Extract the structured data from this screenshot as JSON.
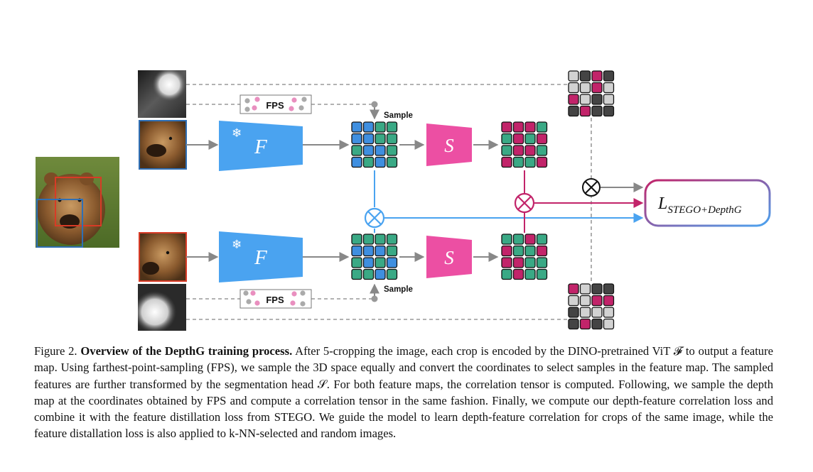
{
  "diagram": {
    "fps_label": "FPS",
    "sample_label": "Sample",
    "encoder_label": "F",
    "head_label": "S",
    "snowflake_glyph": "❄",
    "multiply_glyph": "⊗",
    "loss_base": "L",
    "loss_subscript": "STEGO+DepthG"
  },
  "colors": {
    "encoder": "#4aa3f0",
    "head": "#ec4fa3",
    "cell_blue": "#3f8fe0",
    "cell_green": "#3aa985",
    "cell_magenta": "#c2246a",
    "flow_blue": "#4aa3f0",
    "flow_magenta": "#c2246a",
    "crop_box_red": "#d83b26",
    "crop_box_blue": "#2f6fb5"
  },
  "caption": {
    "figure_label": "Figure 2.",
    "bold_title": "Overview of the DepthG training process.",
    "body": "After 5-cropping the image, each crop is encoded by the DINO-pretrained ViT 𝓕 to output a feature map. Using farthest-point-sampling (FPS), we sample the 3D space equally and convert the coordinates to select samples in the feature map. The sampled features are further transformed by the segmentation head 𝒮. For both feature maps, the correlation tensor is computed. Following, we sample the depth map at the coordinates obtained by FPS and compute a correlation tensor in the same fashion. Finally, we compute our depth-feature correlation loss and combine it with the feature distillation loss from STEGO. We guide the model to learn depth-feature correlation for crops of the same image, while the feature distallation loss is also applied to k-NN-selected and random images."
  }
}
